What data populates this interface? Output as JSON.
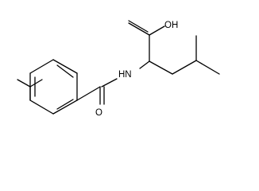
{
  "molecule": {
    "atom_labels": {
      "carboxylic_acid": "OH",
      "amide_nitrogen": "HN",
      "amide_oxygen": "O"
    },
    "colors": {
      "bond": "#000000",
      "label": "#000000",
      "background": "#ffffff"
    }
  }
}
